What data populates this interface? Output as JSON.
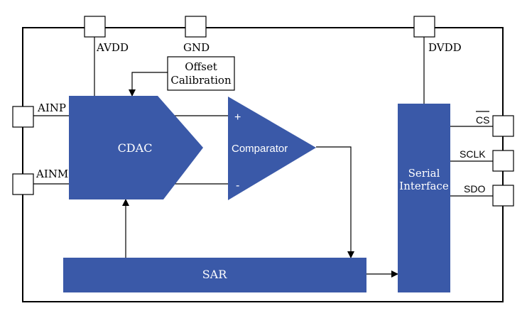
{
  "colors": {
    "block_fill": "#3a59a8",
    "block_text": "#ffffff",
    "line": "#000000",
    "background": "#ffffff"
  },
  "pins": {
    "avdd": "AVDD",
    "gnd": "GND",
    "dvdd": "DVDD",
    "ainp": "AINP",
    "ainm": "AINM",
    "cs": "CS",
    "sclk": "SCLK",
    "sdo": "SDO"
  },
  "blocks": {
    "cdac": "CDAC",
    "comparator": "Comparator",
    "comparator_plus": "+",
    "comparator_minus": "-",
    "sar": "SAR",
    "serial_line1": "Serial",
    "serial_line2": "Interface",
    "offset_line1": "Offset",
    "offset_line2": "Calibration"
  },
  "notes": {
    "cs_overbar": true
  }
}
